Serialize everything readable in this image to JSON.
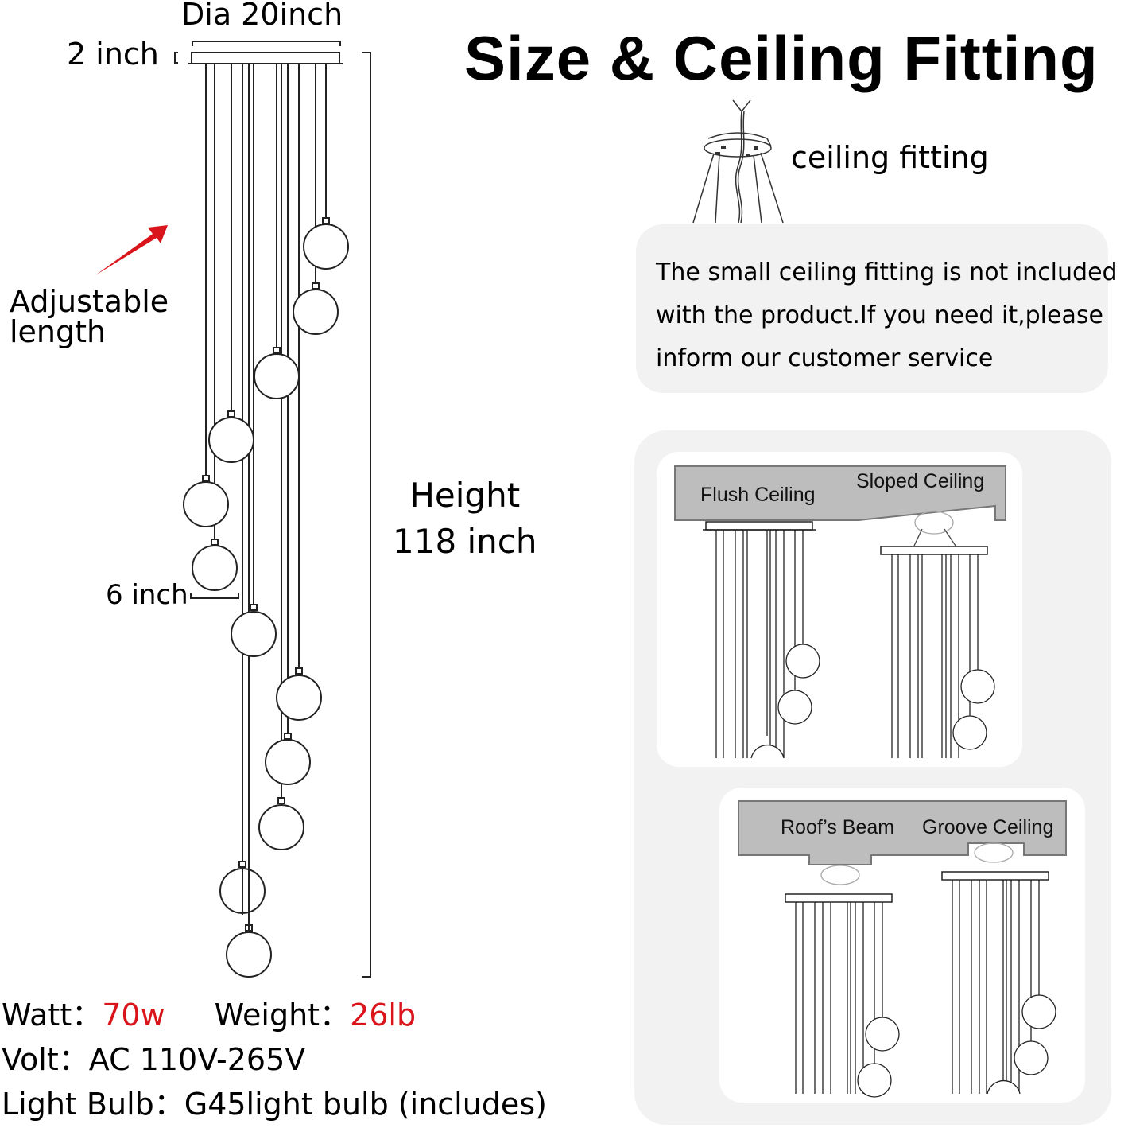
{
  "title": "Size & Ceiling Fitting",
  "dimensions": {
    "diameter": "Dia 20inch",
    "canopy_height": "2 inch",
    "adjustable": [
      "Adjustable",
      "length"
    ],
    "globe_size": "6 inch",
    "height_label": "Height",
    "height_value": "118 inch"
  },
  "ceiling_fitting": {
    "label": "ceiling fitting",
    "note_lines": [
      "The small ceiling fitting is not included",
      "with the product.If you need it,please",
      "inform our customer service"
    ]
  },
  "ceiling_types": [
    {
      "label": "Flush Ceiling"
    },
    {
      "label": "Sloped Ceiling"
    },
    {
      "label": "Roof’s Beam"
    },
    {
      "label": "Groove Ceiling"
    }
  ],
  "specs": {
    "watt_label": "Watt：",
    "watt_value": "70w",
    "weight_label": "Weight：",
    "weight_value": "26lb",
    "volt_label": "Volt：",
    "volt_value": "AC 110V-265V",
    "bulb_label": "Light Bulb：",
    "bulb_value": "G45light bulb (includes)"
  },
  "colors": {
    "accent_red": "#d9141b",
    "panel_gray": "#f2f2f2",
    "ceiling_gray": "#bdbdbd"
  }
}
